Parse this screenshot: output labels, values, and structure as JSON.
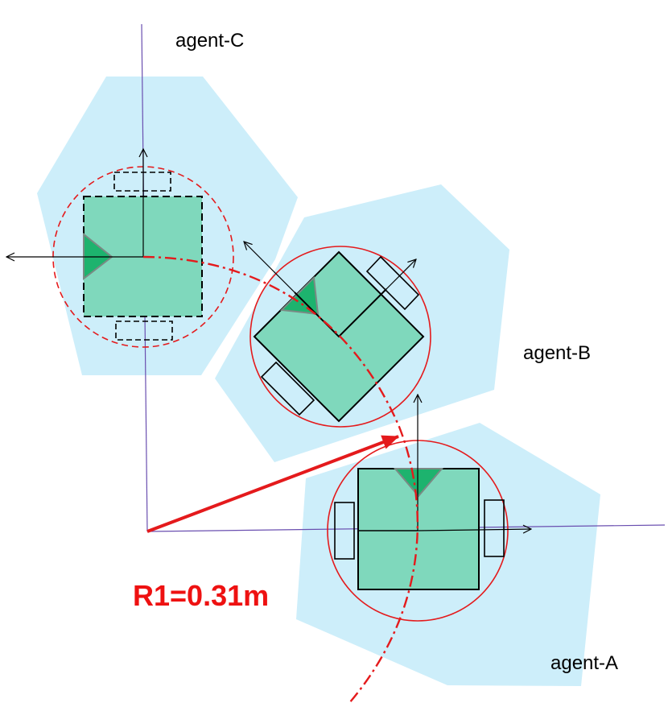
{
  "labels": {
    "agent_a": "agent-A",
    "agent_b": "agent-B",
    "agent_c": "agent-C",
    "radius": "R1=0.31m"
  },
  "colors": {
    "zone": "#cdeefa",
    "robot_body": "#7fd8bc",
    "robot_marker": "#1db36e",
    "marker_edge": "#7a8a84",
    "circle": "#e41a1c",
    "axis": "#6a4fb0",
    "radius_arrow": "#e41a1c",
    "trajectory": "#e41a1c",
    "outline": "#000000",
    "label_text": "#000000",
    "radius_text": "#ee1111"
  },
  "icons": {
    "heading_marker": "triangle-icon",
    "arrow": "arrowhead-icon"
  }
}
